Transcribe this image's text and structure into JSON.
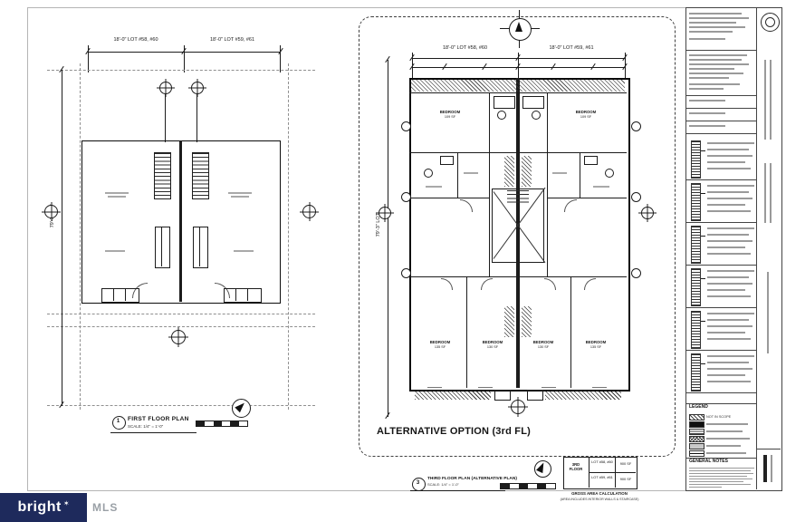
{
  "sheet": {
    "first_floor_plan": {
      "dim_width_left": "18'-0\" LOT #58, #60",
      "dim_width_right": "18'-0\" LOT #59, #61",
      "dim_depth": "79'-3\" LOT",
      "ref_number": "1",
      "title": "FIRST FLOOR PLAN",
      "scale": "SCALE: 1/4\" = 1'-0\""
    },
    "third_floor_plan": {
      "dim_width_left": "18'-0\" LOT #58, #60",
      "dim_width_right": "18'-0\" LOT #59, #61",
      "dim_depth": "79'-3\" LOT",
      "banner": "ALTERNATIVE OPTION (3rd FL)",
      "ref_number": "3",
      "title": "THIRD FLOOR PLAN (ALTERNATIVE PLAN)",
      "scale": "SCALE: 1/4\" = 1'-0\"",
      "rooms": {
        "top_left_name": "BEDROOM",
        "top_left_area": "109 SF",
        "top_right_name": "BEDROOM",
        "top_right_area": "109 SF",
        "bottom_1_name": "BEDROOM",
        "bottom_1_area": "135 SF",
        "bottom_2_name": "BEDROOM",
        "bottom_2_area": "130 SF",
        "bottom_3_name": "BEDROOM",
        "bottom_3_area": "130 SF",
        "bottom_4_name": "BEDROOM",
        "bottom_4_area": "135 SF"
      }
    },
    "area_table": {
      "floor_label": "3RD FLOOR",
      "rows": [
        {
          "lot": "LOT #58, #60",
          "area": "900 SF"
        },
        {
          "lot": "LOT #59, #61",
          "area": "900 SF"
        }
      ],
      "title": "GROSS AREA CALCULATION",
      "subtitle": "(AREA INCLUDES INTERIOR WALLS & STAIRCASE)"
    },
    "title_block": {
      "legend_title": "LEGEND",
      "legend_item_1": "NOT IN SCOPE",
      "notes_title": "GENERAL NOTES"
    }
  },
  "watermark": {
    "brand": "bright",
    "star": "✶",
    "suffix": "MLS"
  }
}
